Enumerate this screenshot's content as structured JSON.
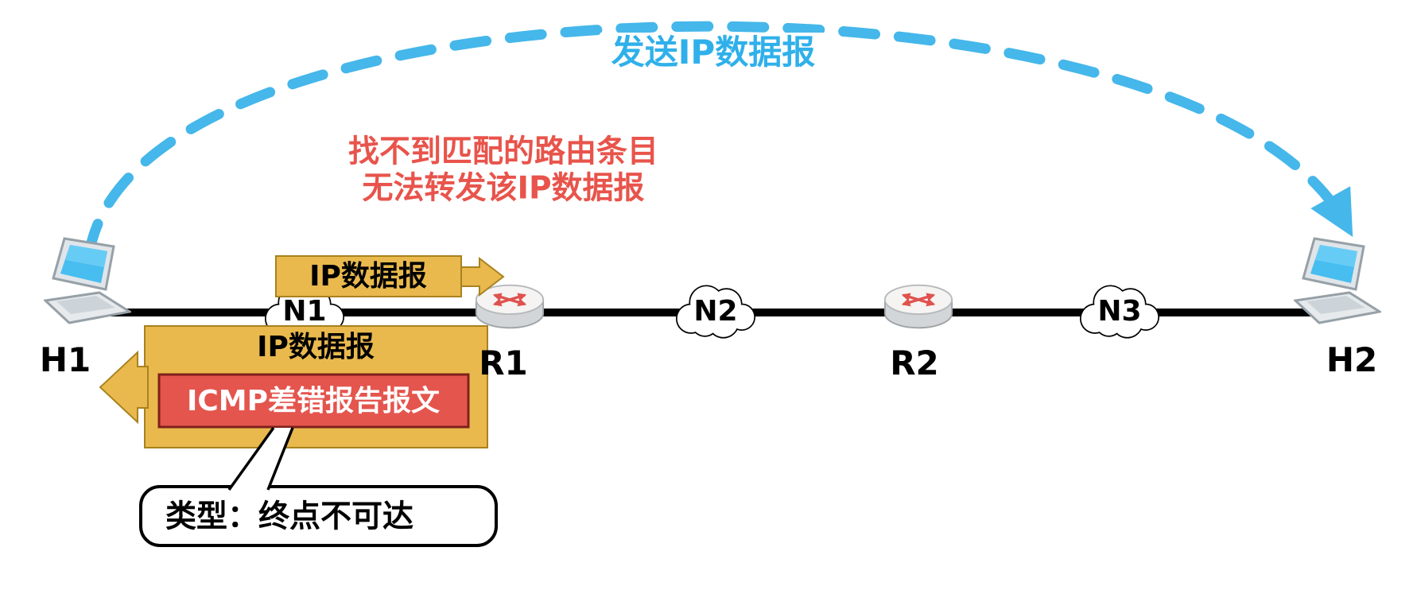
{
  "diagram": {
    "send_arc_label": "发送IP数据报",
    "error_line1": "找不到匹配的路由条目",
    "error_line2": "无法转发该IP数据报",
    "forward_datagram_label": "IP数据报",
    "return_datagram_label": "IP数据报",
    "icmp_label": "ICMP差错报告报文",
    "callout_text": "类型：终点不可达"
  },
  "nodes": [
    {
      "id": "H1",
      "label": "H1",
      "type": "host"
    },
    {
      "id": "N1",
      "label": "N1",
      "type": "network"
    },
    {
      "id": "R1",
      "label": "R1",
      "type": "router"
    },
    {
      "id": "N2",
      "label": "N2",
      "type": "network"
    },
    {
      "id": "R2",
      "label": "R2",
      "type": "router"
    },
    {
      "id": "N3",
      "label": "N3",
      "type": "network"
    },
    {
      "id": "H2",
      "label": "H2",
      "type": "host"
    }
  ],
  "colors": {
    "arc_blue": "#45b7ea",
    "title_blue": "#2fb0ea",
    "error_red": "#e8544b",
    "datagram_gold": "#e9b94e",
    "icmp_red": "#e4554e",
    "link_black": "#000000"
  }
}
